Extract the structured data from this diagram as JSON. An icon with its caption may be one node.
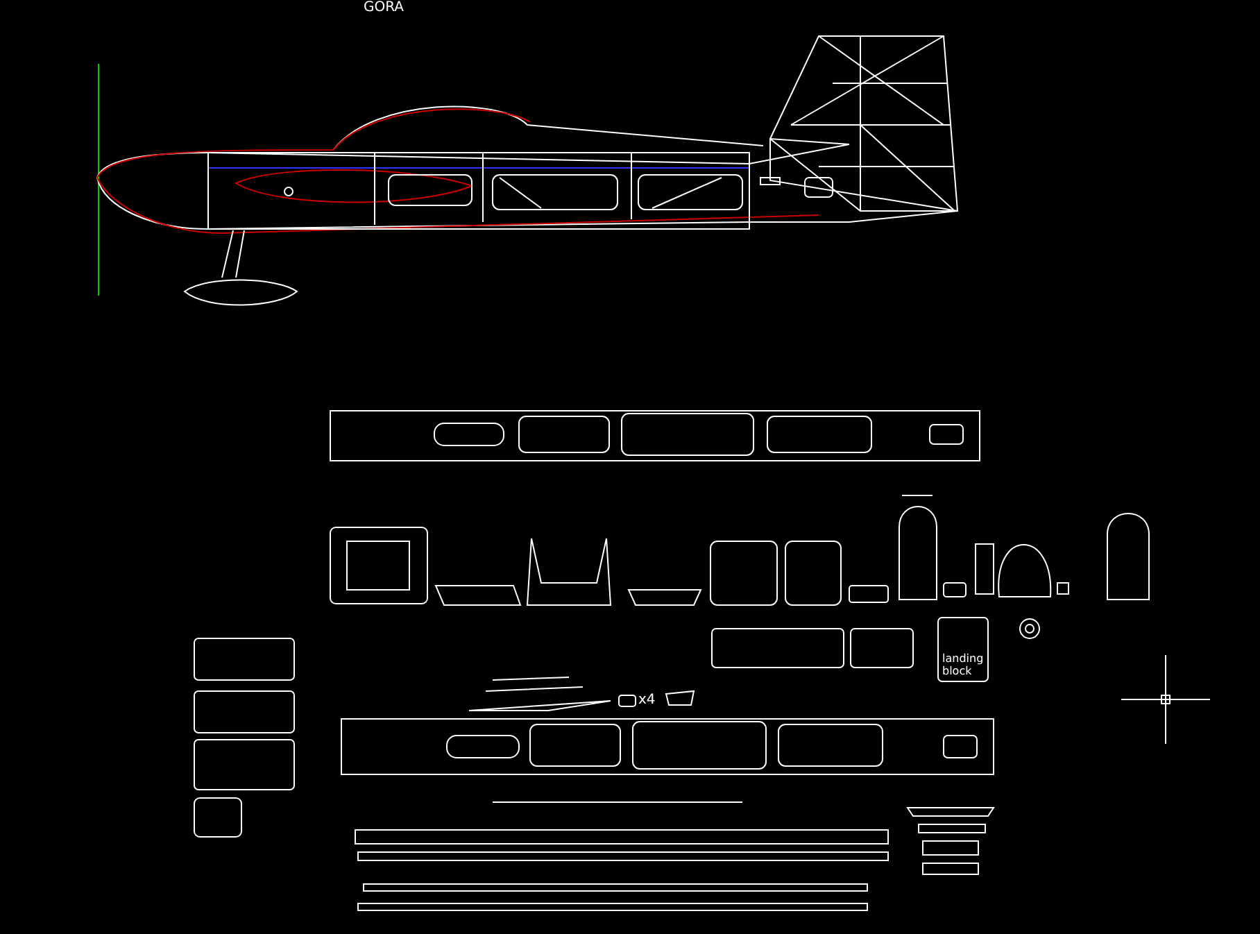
{
  "diagram": {
    "title": "GORA",
    "labels": [
      "landing block",
      "x4"
    ]
  }
}
